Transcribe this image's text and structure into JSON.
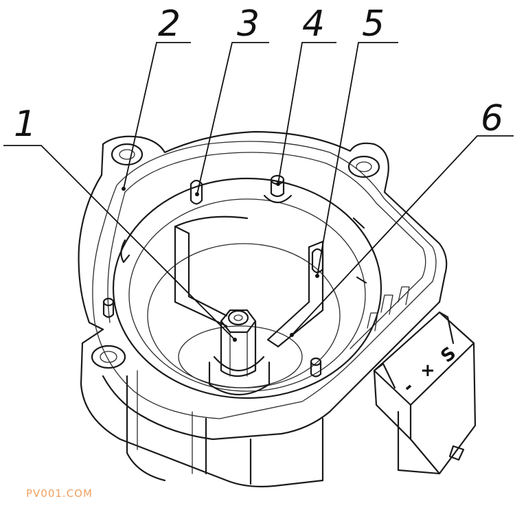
{
  "callouts": [
    {
      "number": "1"
    },
    {
      "number": "2"
    },
    {
      "number": "3"
    },
    {
      "number": "4"
    },
    {
      "number": "5"
    },
    {
      "number": "6"
    }
  ],
  "connector_symbols": {
    "minus": "-",
    "plus": "+",
    "signal": "S"
  },
  "watermark": "PV001.COM"
}
